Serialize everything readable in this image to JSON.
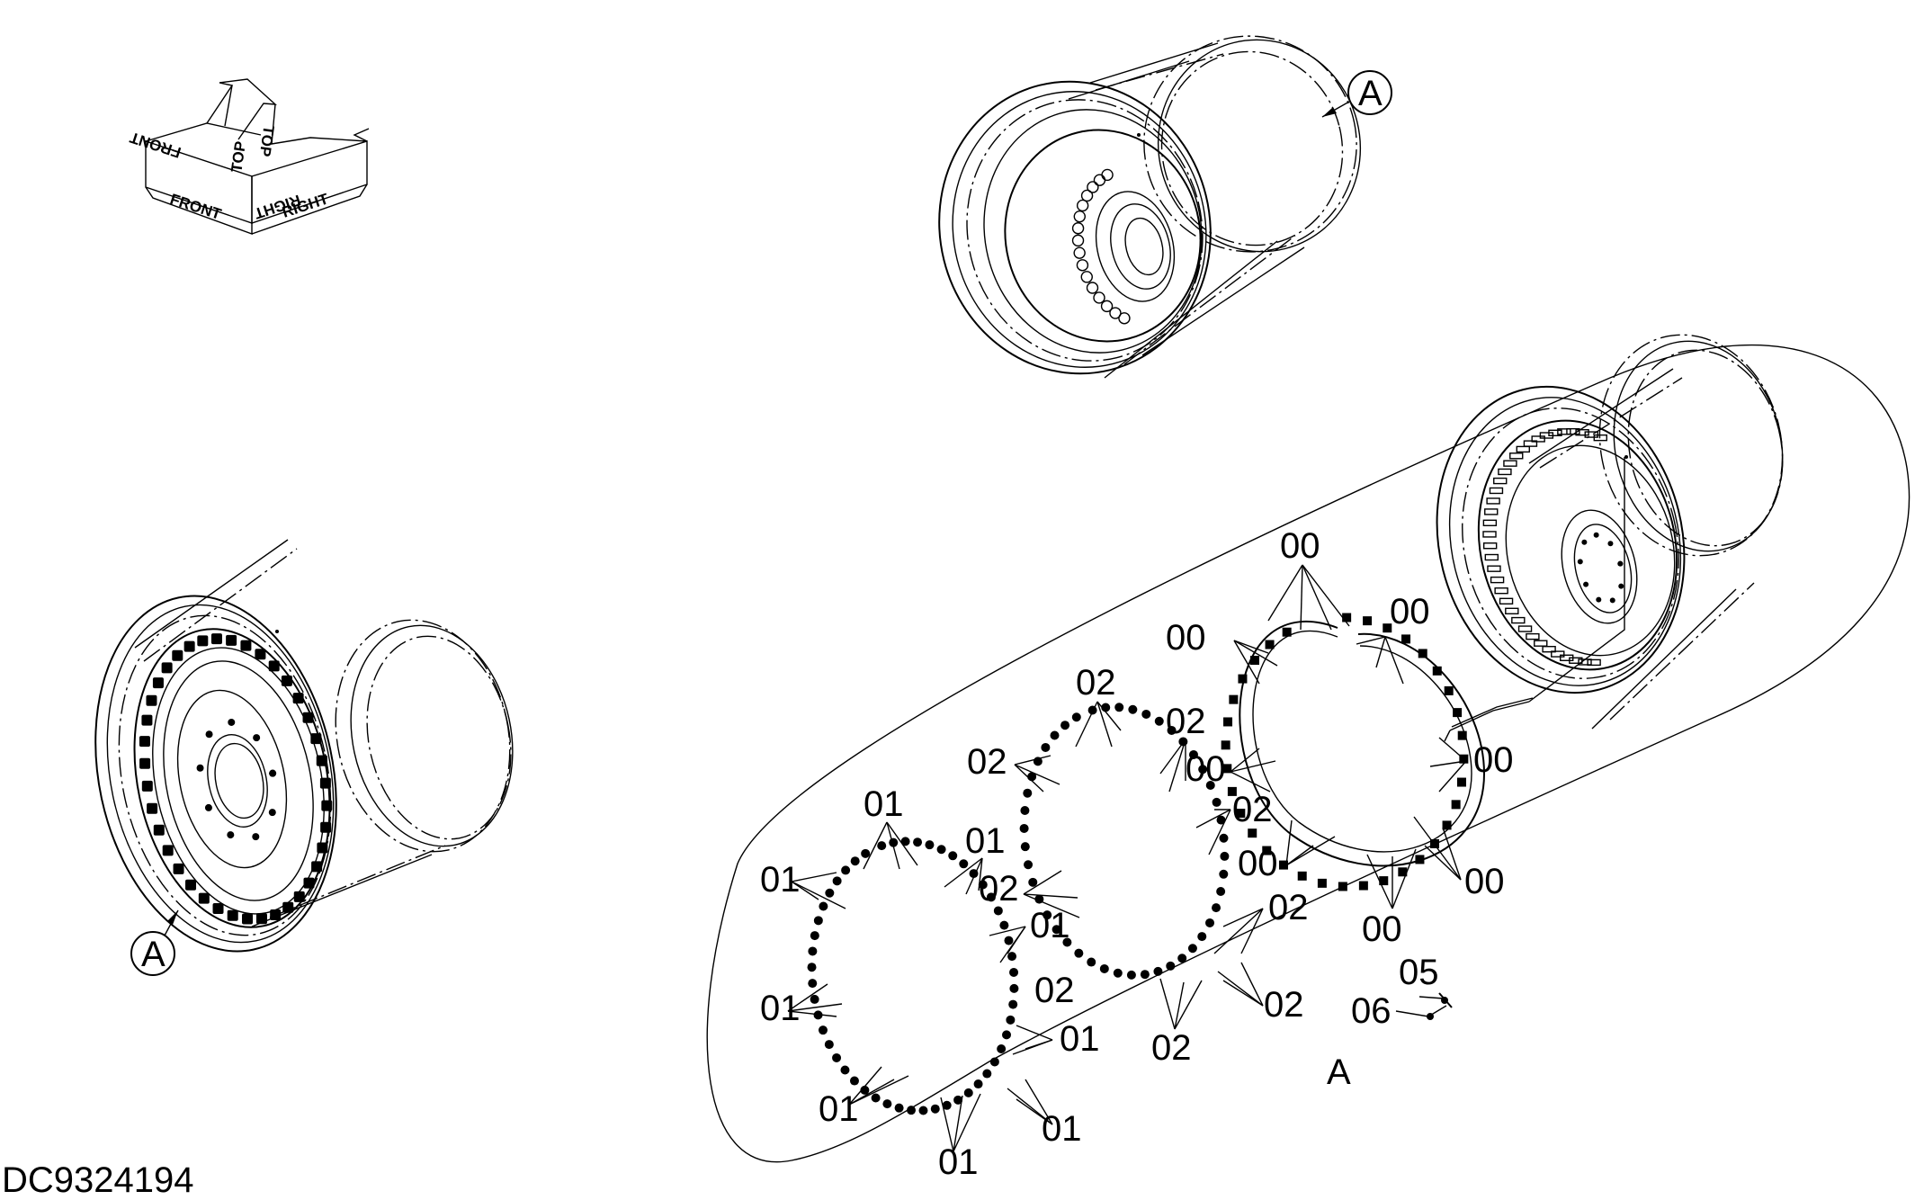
{
  "document_id": "DC9324194",
  "orientation": {
    "front": "FRONT",
    "top": "TOP",
    "right": "RIGHT"
  },
  "detail_marker": "A",
  "detail_label": "A",
  "callouts": {
    "nut": "00",
    "stud_a": "01",
    "stud_b": "02",
    "valve": "05",
    "valve_part": "06"
  }
}
